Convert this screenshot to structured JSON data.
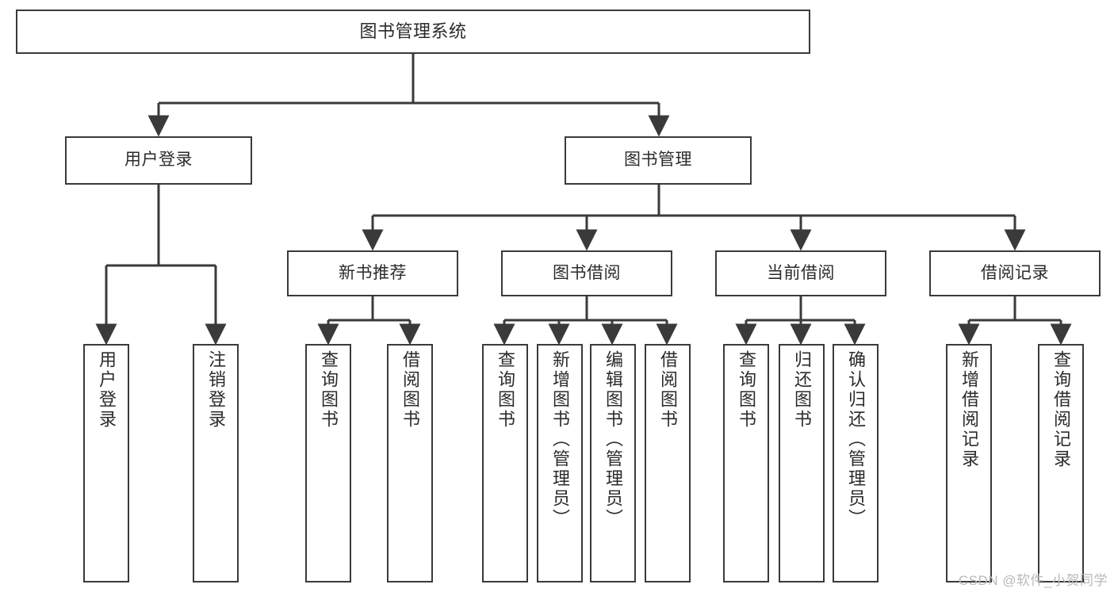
{
  "diagram": {
    "title": "图书管理系统",
    "type": "tree-hierarchy-chart",
    "watermark": "CSDN @软件_小贺同学",
    "colors": {
      "box_border": "#3a3a3a",
      "box_fill": "#ffffff",
      "connector": "#3a3a3a",
      "text": "#2b2b2b",
      "watermark": "#b9b9b9",
      "background": "#ffffff"
    },
    "root": {
      "label": "图书管理系统"
    },
    "level2": [
      {
        "id": "user-login",
        "label": "用户登录"
      },
      {
        "id": "book-management",
        "label": "图书管理"
      }
    ],
    "level3": [
      {
        "id": "new-book-recommend",
        "label": "新书推荐"
      },
      {
        "id": "book-borrow",
        "label": "图书借阅"
      },
      {
        "id": "current-borrow",
        "label": "当前借阅"
      },
      {
        "id": "borrow-record",
        "label": "借阅记录"
      }
    ],
    "leaves": {
      "user_login": [
        {
          "id": "leaf-user-login",
          "label": "用户登录"
        },
        {
          "id": "leaf-logout-login",
          "label": "注销登录"
        }
      ],
      "new_book_recommend": [
        {
          "id": "leaf-query-book-1",
          "label": "查询图书"
        },
        {
          "id": "leaf-borrow-book-1",
          "label": "借阅图书"
        }
      ],
      "book_borrow": [
        {
          "id": "leaf-query-book-2",
          "label": "查询图书"
        },
        {
          "id": "leaf-add-book",
          "label": "新增图书（管理员）"
        },
        {
          "id": "leaf-edit-book",
          "label": "编辑图书（管理员）"
        },
        {
          "id": "leaf-borrow-book-2",
          "label": "借阅图书"
        }
      ],
      "current_borrow": [
        {
          "id": "leaf-query-book-3",
          "label": "查询图书"
        },
        {
          "id": "leaf-return-book",
          "label": "归还图书"
        },
        {
          "id": "leaf-confirm-return",
          "label": "确认归还（管理员）"
        }
      ],
      "borrow_record": [
        {
          "id": "leaf-add-record",
          "label": "新增借阅记录"
        },
        {
          "id": "leaf-query-record",
          "label": "查询借阅记录"
        }
      ]
    }
  }
}
